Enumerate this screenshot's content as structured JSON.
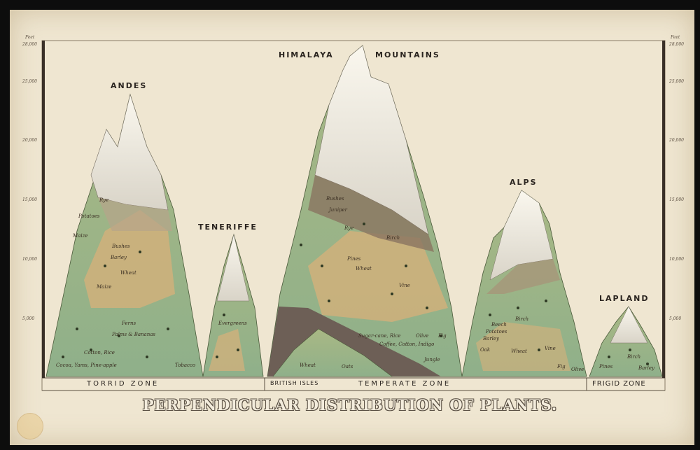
{
  "title": "PERPENDICULAR DISTRIBUTION OF PLANTS.",
  "mountains": {
    "andes": "ANDES",
    "teneriffe": "TENERIFFE",
    "himalaya_left": "HIMALAYA",
    "himalaya_right": "MOUNTAINS",
    "alps": "ALPS",
    "lapland": "LAPLAND"
  },
  "zones": {
    "torrid": "TORRID ZONE",
    "british_isles": "BRITISH ISLES",
    "temperate": "TEMPERATE ZONE",
    "frigid": "FRIGID ZONE"
  },
  "scale": {
    "feet": "Feet",
    "ticks": [
      "28,000",
      "25,000",
      "20,000",
      "15,000",
      "10,000",
      "5,000"
    ]
  },
  "plants": {
    "andes": [
      "Rye",
      "Potatoes",
      "Maize",
      "Bushes",
      "Barley",
      "Wheat",
      "Maize",
      "Ferns",
      "Palms & Bananas",
      "Cotton, Rice",
      "Cocoa, Yams, Pine-apple",
      "Tobacco"
    ],
    "teneriffe": [
      "Evergreens"
    ],
    "himalaya": [
      "Bushes",
      "Juniper",
      "Rye",
      "Birch",
      "Pines",
      "Wheat",
      "Vine",
      "Sugar-cane, Rice",
      "Olive",
      "Fig",
      "Coffee, Cotton, Indigo",
      "Jungle"
    ],
    "british_isles": [
      "Wheat",
      "Oats"
    ],
    "alps": [
      "Beech",
      "Potatoes",
      "Barley",
      "Birch",
      "Oak",
      "Wheat",
      "Vine",
      "Fig",
      "Olive"
    ],
    "lapland": [
      "Pines",
      "Birch",
      "Barley"
    ]
  }
}
